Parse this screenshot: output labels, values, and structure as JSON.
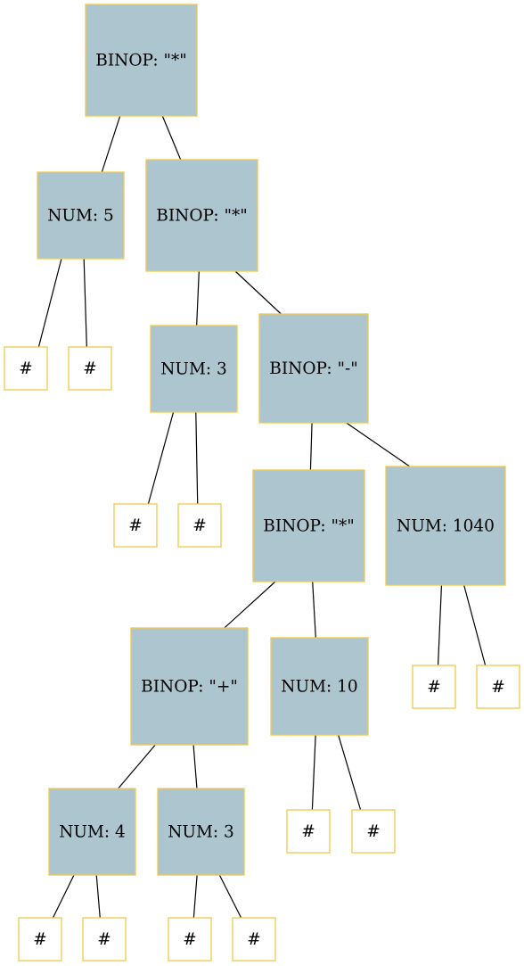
{
  "colors": {
    "node_fill": "#adc5cf",
    "leaf_fill": "#ffffff",
    "border": "#f2c94c",
    "edge": "#000000"
  },
  "nodes": [
    {
      "id": "n1",
      "label": "BINOP: \"*\"",
      "kind": "inner"
    },
    {
      "id": "n2",
      "label": "NUM: 5",
      "kind": "inner"
    },
    {
      "id": "n3",
      "label": "BINOP: \"*\"",
      "kind": "inner"
    },
    {
      "id": "n4",
      "label": "#",
      "kind": "leaf"
    },
    {
      "id": "n5",
      "label": "#",
      "kind": "leaf"
    },
    {
      "id": "n6",
      "label": "NUM: 3",
      "kind": "inner"
    },
    {
      "id": "n7",
      "label": "BINOP: \"-\"",
      "kind": "inner"
    },
    {
      "id": "n8",
      "label": "#",
      "kind": "leaf"
    },
    {
      "id": "n9",
      "label": "#",
      "kind": "leaf"
    },
    {
      "id": "n10",
      "label": "BINOP: \"*\"",
      "kind": "inner"
    },
    {
      "id": "n11",
      "label": "NUM: 1040",
      "kind": "inner"
    },
    {
      "id": "n12",
      "label": "BINOP: \"+\"",
      "kind": "inner"
    },
    {
      "id": "n13",
      "label": "NUM: 10",
      "kind": "inner"
    },
    {
      "id": "n14",
      "label": "#",
      "kind": "leaf"
    },
    {
      "id": "n15",
      "label": "#",
      "kind": "leaf"
    },
    {
      "id": "n16",
      "label": "NUM: 4",
      "kind": "inner"
    },
    {
      "id": "n17",
      "label": "NUM: 3",
      "kind": "inner"
    },
    {
      "id": "n18",
      "label": "#",
      "kind": "leaf"
    },
    {
      "id": "n19",
      "label": "#",
      "kind": "leaf"
    },
    {
      "id": "n20",
      "label": "#",
      "kind": "leaf"
    },
    {
      "id": "n21",
      "label": "#",
      "kind": "leaf"
    },
    {
      "id": "n22",
      "label": "#",
      "kind": "leaf"
    },
    {
      "id": "n23",
      "label": "#",
      "kind": "leaf"
    }
  ],
  "edges": [
    [
      "n1",
      "n2"
    ],
    [
      "n1",
      "n3"
    ],
    [
      "n2",
      "n4"
    ],
    [
      "n2",
      "n5"
    ],
    [
      "n3",
      "n6"
    ],
    [
      "n3",
      "n7"
    ],
    [
      "n6",
      "n8"
    ],
    [
      "n6",
      "n9"
    ],
    [
      "n7",
      "n10"
    ],
    [
      "n7",
      "n11"
    ],
    [
      "n10",
      "n12"
    ],
    [
      "n10",
      "n13"
    ],
    [
      "n11",
      "n14"
    ],
    [
      "n11",
      "n15"
    ],
    [
      "n12",
      "n16"
    ],
    [
      "n12",
      "n17"
    ],
    [
      "n13",
      "n18"
    ],
    [
      "n13",
      "n19"
    ],
    [
      "n16",
      "n20"
    ],
    [
      "n16",
      "n21"
    ],
    [
      "n17",
      "n22"
    ],
    [
      "n17",
      "n23"
    ]
  ]
}
